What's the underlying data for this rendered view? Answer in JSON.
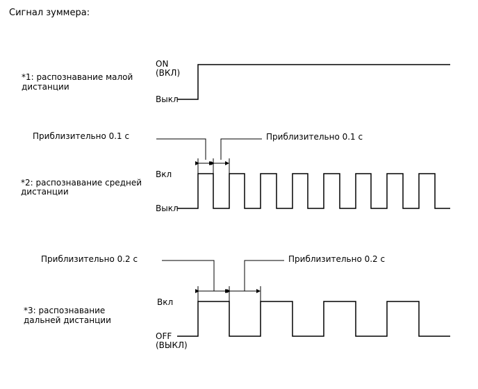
{
  "title": "Сигнал зуммера:",
  "row1": {
    "label_line1": "*1: распознавание малой",
    "label_line2": "дистанции",
    "on_line1": "ON",
    "on_line2": "(ВКЛ)",
    "off": "Выкл"
  },
  "row2": {
    "label_line1": "*2: распознавание средней",
    "label_line2": "дистанции",
    "on": "Вкл",
    "off": "Выкл",
    "callout_left": "Приблизительно 0.1 с",
    "callout_right": "Приблизительно 0.1 с"
  },
  "row3": {
    "label_line1": "*3: распознавание",
    "label_line2": "дальней дистанции",
    "on": "Вкл",
    "off_line1": "OFF",
    "off_line2": "(ВЫКЛ)",
    "callout_left": "Приблизительно 0.2 с",
    "callout_right": "Приблизительно 0.2 с"
  }
}
